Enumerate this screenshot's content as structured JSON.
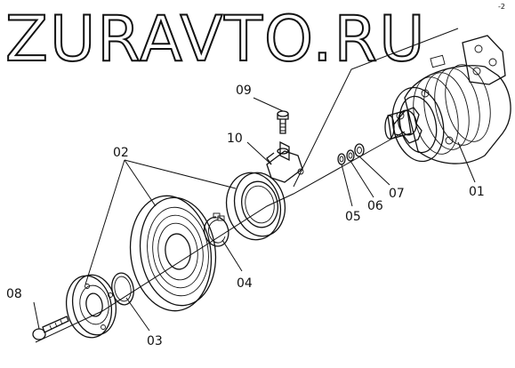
{
  "watermark": "ZURAVTO.RU",
  "corner_mark": "-2",
  "callouts": {
    "p01": "01",
    "p02": "02",
    "p03": "03",
    "p04": "04",
    "p05": "05",
    "p06": "06",
    "p07": "07",
    "p08": "08",
    "p09": "09",
    "p10": "10"
  }
}
